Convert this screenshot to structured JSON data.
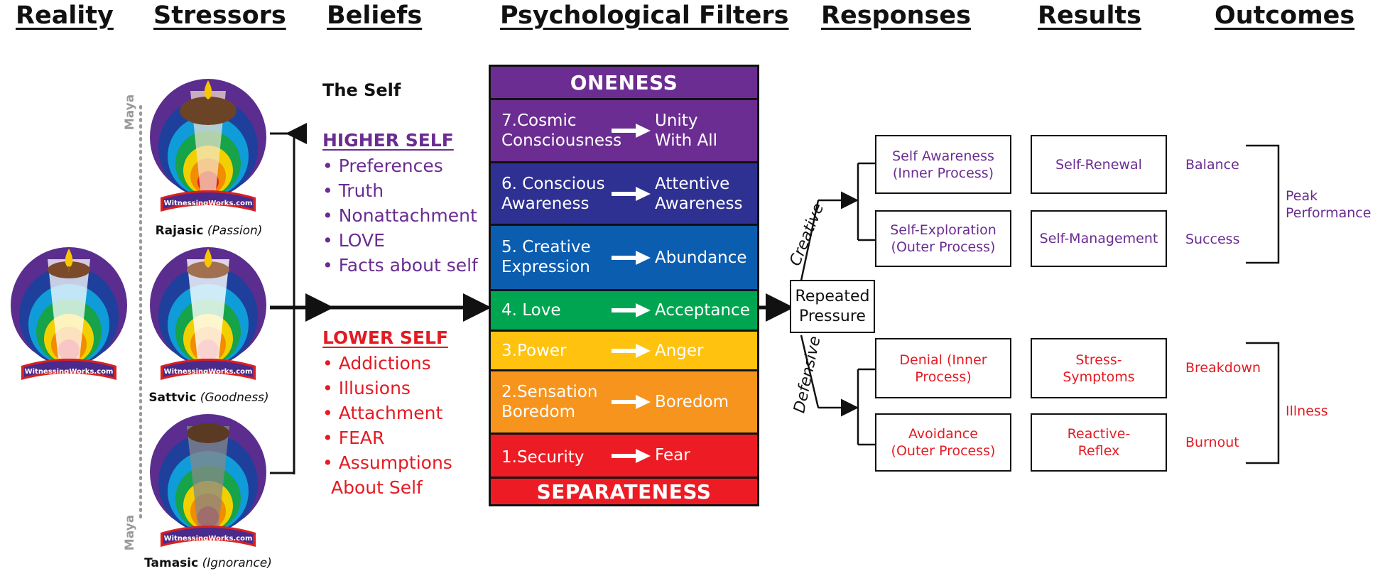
{
  "headers": {
    "reality": "Reality",
    "stressors": "Stressors",
    "beliefs": "Beliefs",
    "filters": "Psychological Filters",
    "responses": "Responses",
    "results": "Results",
    "outcomes": "Outcomes"
  },
  "maya_label": "Maya",
  "mandala_banner": "WitnessingWorks.com",
  "stressors": [
    {
      "name": "Rajasic",
      "desc": "(Passion)"
    },
    {
      "name": "Sattvic",
      "desc": "(Goodness)"
    },
    {
      "name": "Tamasic",
      "desc": "(Ignorance)"
    }
  ],
  "beliefs": {
    "title": "The Self",
    "higher": {
      "heading": "HIGHER SELF",
      "items": [
        "• Preferences",
        "• Truth",
        "• Nonattachment",
        "• LOVE",
        "• Facts about self"
      ]
    },
    "lower": {
      "heading": "LOWER SELF",
      "items": [
        "• Addictions",
        "• Illusions",
        "• Attachment",
        "• FEAR",
        "• Assumptions",
        "About Self"
      ]
    }
  },
  "filters": {
    "top": "ONENESS",
    "bottom": "SEPARATENESS",
    "levels": [
      {
        "left1": "7.Cosmic",
        "left2": "Consciousness",
        "right1": "Unity",
        "right2": "With All",
        "color": "#6b2d91"
      },
      {
        "left1": "6. Conscious",
        "left2": "Awareness",
        "right1": "Attentive",
        "right2": "Awareness",
        "color": "#2e3092"
      },
      {
        "left1": "5. Creative",
        "left2": "Expression",
        "right1": "Abundance",
        "right2": "",
        "color": "#0b5db0"
      },
      {
        "left1": "4. Love",
        "left2": "",
        "right1": "Acceptance",
        "right2": "",
        "color": "#00a551"
      },
      {
        "left1": "3.Power",
        "left2": "",
        "right1": "Anger",
        "right2": "",
        "color": "#ffc20e"
      },
      {
        "left1": "2.Sensation",
        "left2": "Boredom",
        "right1": "Boredom",
        "right2": "",
        "color": "#f7941d"
      },
      {
        "left1": "1.Security",
        "left2": "",
        "right1": "Fear",
        "right2": "",
        "color": "#ed1c24"
      }
    ],
    "top_color": "#6b2d91",
    "bottom_color": "#ed1c24"
  },
  "pressure": "Repeated Pressure",
  "branches": {
    "creative": "Creative",
    "defensive": "Defensive"
  },
  "responses": {
    "creative": [
      "Self Awareness (Inner Process)",
      "Self-Exploration (Outer Process)"
    ],
    "defensive": [
      "Denial (Inner Process)",
      "Avoidance (Outer Process)"
    ]
  },
  "results": {
    "creative": [
      "Self-Renewal",
      "Self-Management"
    ],
    "defensive": [
      "Stress- Symptoms",
      "Reactive- Reflex"
    ]
  },
  "outcomes": {
    "creative": [
      "Balance",
      "Success"
    ],
    "creative_group": "Peak Performance",
    "defensive": [
      "Breakdown",
      "Burnout"
    ],
    "defensive_group": "Illness"
  },
  "colors": {
    "purple": "#6a2c91",
    "red": "#e31b23"
  }
}
